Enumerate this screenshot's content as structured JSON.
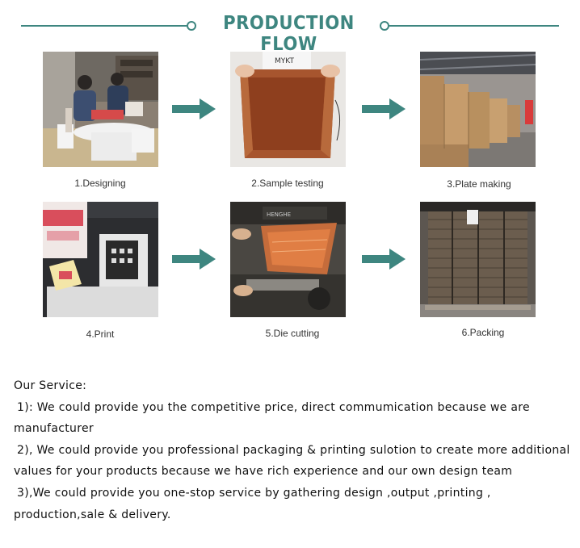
{
  "header": {
    "title": "PRODUCTION FLOW"
  },
  "steps": [
    {
      "caption": "1.Designing"
    },
    {
      "caption": "2.Sample testing"
    },
    {
      "caption": "3.Plate making"
    },
    {
      "caption": "4.Print"
    },
    {
      "caption": "5.Die cutting"
    },
    {
      "caption": "6.Packing"
    }
  ],
  "service": {
    "heading": "Our Service:",
    "items": [
      "1): We could provide you the competitive price, direct commumication because we are manufacturer",
      "2), We could provide you professional packaging & printing sulotion to create more additional values for your products because we have rich experience and our own design team",
      "3),We could provide you one-stop service by gathering design ,output ,printing , production,sale & delivery."
    ]
  },
  "colors": {
    "accent": "#3e8680"
  },
  "icons": {
    "arrow": "arrow-right-icon"
  }
}
